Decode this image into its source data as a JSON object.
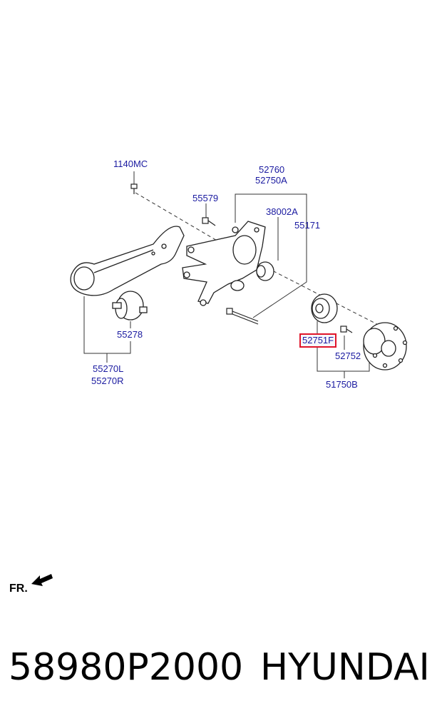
{
  "diagram": {
    "labels": {
      "l1140mc": "1140MC",
      "l52760": "52760",
      "l52750a": "52750A",
      "l55579": "55579",
      "l38002a": "38002A",
      "l55171": "55171",
      "l55278": "55278",
      "l55270l": "55270L",
      "l55270r": "55270R",
      "l52751f": "52751F",
      "l52752": "52752",
      "l51750b": "51750B"
    },
    "highlighted_part": "52751F",
    "highlight_color": "#e0142a",
    "label_color": "#1a1aa0",
    "front_indicator": "FR."
  },
  "footer": {
    "part_number": "58980P2000",
    "brand": "HYUNDAI"
  }
}
